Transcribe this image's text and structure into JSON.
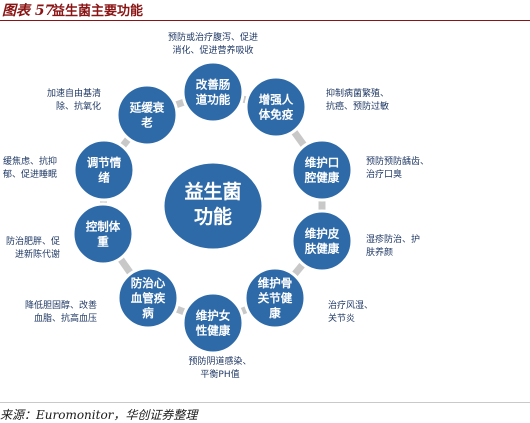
{
  "header": {
    "figure_number": "57",
    "title": "益生菌主要功能"
  },
  "center": {
    "line1": "益生菌",
    "line2": "功能"
  },
  "nodes": [
    {
      "line1": "改善肠",
      "line2": "道功能",
      "note": [
        "预防或治疗腹泻、促进",
        "消化、促进营养吸收"
      ]
    },
    {
      "line1": "增强人",
      "line2": "体免疫",
      "note": [
        "抑制病菌繁殖、",
        "抗癌、预防过敏"
      ]
    },
    {
      "line1": "维护口",
      "line2": "腔健康",
      "note": [
        "预防预防龋齿、",
        "治疗口臭"
      ]
    },
    {
      "line1": "维护皮",
      "line2": "肤健康",
      "note": [
        "湿疹防治、护",
        "肤养颜"
      ]
    },
    {
      "line1": "维护骨",
      "line2": "关节健",
      "line3": "康",
      "note": [
        "治疗风湿、",
        "关节炎"
      ]
    },
    {
      "line1": "维护女",
      "line2": "性健康",
      "note": [
        "预防阴道感染、",
        "平衡PH值"
      ]
    },
    {
      "line1": "防治心",
      "line2": "血管疾",
      "line3": "病",
      "note": [
        "降低胆固醇、改善",
        "血脂、抗高血压"
      ]
    },
    {
      "line1": "控制体",
      "line2": "重",
      "note": [
        "防治肥胖、促",
        "进新陈代谢"
      ]
    },
    {
      "line1": "调节情",
      "line2": "绪",
      "note": [
        "缓焦虑、抗抑",
        "郁、促进睡眠"
      ]
    },
    {
      "line1": "延缓衰",
      "line2": "老",
      "note": [
        "加速自由基清",
        "除、抗氧化"
      ]
    }
  ],
  "source": "来源：Euromonitor，华创证券整理",
  "colors": {
    "node_fill": "#2e6aa8",
    "node_ring": "#ffffff",
    "center_fill": "#2e6aa8",
    "connector": "#c8c8c8",
    "note_text": "#1f3864",
    "title_text": "#8a1414"
  }
}
